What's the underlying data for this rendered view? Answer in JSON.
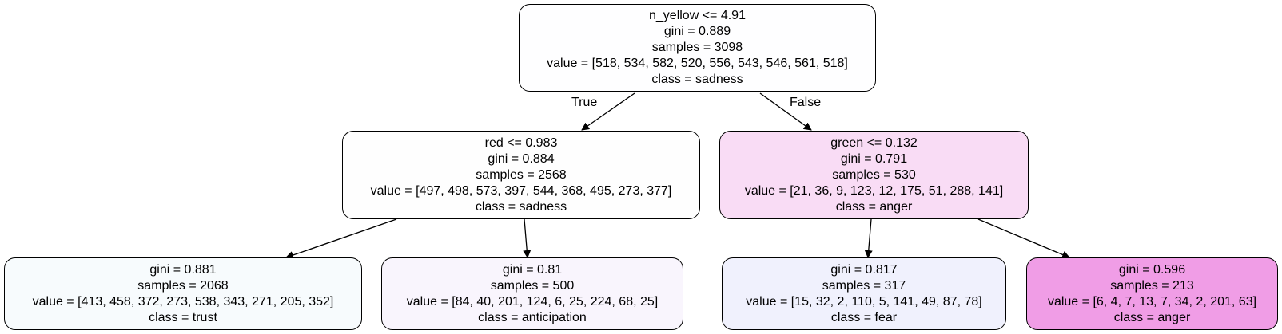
{
  "tree": {
    "edge_labels": {
      "left": "True",
      "right": "False"
    },
    "nodes": [
      {
        "id": "root",
        "lines": [
          "n_yellow <= 4.91",
          "gini = 0.889",
          "samples = 3098",
          "value = [518, 534, 582, 520, 556, 543, 546, 561, 518]",
          "class = sadness"
        ],
        "fill": "#fefeff"
      },
      {
        "id": "n1",
        "lines": [
          "red <= 0.983",
          "gini = 0.884",
          "samples = 2568",
          "value = [497, 498, 573, 397, 544, 368, 495, 273, 377]",
          "class = sadness"
        ],
        "fill": "#fefefe"
      },
      {
        "id": "n2",
        "lines": [
          "green <= 0.132",
          "gini = 0.791",
          "samples = 530",
          "value = [21, 36, 9, 123, 12, 175, 51, 288, 141]",
          "class = anger"
        ],
        "fill": "#f9dcf5"
      },
      {
        "id": "n3",
        "lines": [
          "gini = 0.881",
          "samples = 2068",
          "value = [413, 458, 372, 273, 538, 343, 271, 205, 352]",
          "class = trust"
        ],
        "fill": "#f7fbfd"
      },
      {
        "id": "n4",
        "lines": [
          "gini = 0.81",
          "samples = 500",
          "value = [84, 40, 201, 124, 6, 25, 224, 68, 25]",
          "class = anticipation"
        ],
        "fill": "#f9f5fd"
      },
      {
        "id": "n5",
        "lines": [
          "gini = 0.817",
          "samples = 317",
          "value = [15, 32, 2, 110, 5, 141, 49, 87, 78]",
          "class = fear"
        ],
        "fill": "#f0f1fd"
      },
      {
        "id": "n6",
        "lines": [
          "gini = 0.596",
          "samples = 213",
          "value = [6, 4, 7, 13, 7, 34, 2, 201, 63]",
          "class = anger"
        ],
        "fill": "#f09de6"
      }
    ]
  }
}
